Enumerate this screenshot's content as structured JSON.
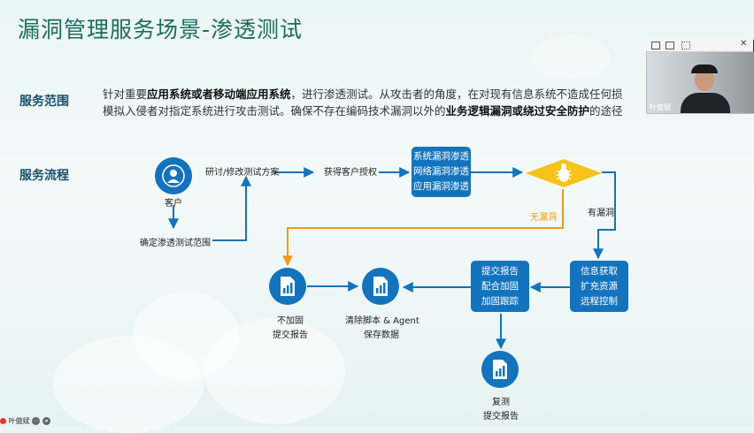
{
  "title": "漏洞管理服务场景-渗透测试",
  "scope": {
    "label": "服务范围",
    "line1_a": "针对重要",
    "line1_b": "应用系统或者移动端应用系统",
    "line1_c": "，进行渗透测试。从攻击者的角度，在对现有信息系统不造成任何损",
    "line2_a": "模拟入侵者对指定系统进行攻击测试。确保不存在编码技术漏洞以外的",
    "line2_b": "业务逻辑漏洞或绕过安全防护",
    "line2_c": "的途径"
  },
  "flow": {
    "label": "服务流程",
    "customer": "客户",
    "confirm_scope": "确定渗透测试范围",
    "discuss_plan": "研讨/修改测试方案",
    "get_auth": "获得客户授权",
    "pentest_box": [
      "系统漏洞渗透",
      "网络漏洞渗透",
      "应用漏洞渗透"
    ],
    "no_vuln": "无漏洞",
    "has_vuln": "有漏洞",
    "exploit_box": [
      "信息获取",
      "扩充资源",
      "远程控制"
    ],
    "report_box": [
      "提交报告",
      "配合加固",
      "加固跟踪"
    ],
    "not_fixed": [
      "不加固",
      "提交报告"
    ],
    "cleanup": [
      "清除脚本 & Agent",
      "保存数据"
    ],
    "retest": [
      "复测",
      "提交报告"
    ]
  },
  "video": {
    "name": "叶傲斌"
  },
  "bottom_bar": {
    "name": "叶傲斌"
  },
  "colors": {
    "box": "#1473bd",
    "orange": "#f29a1a",
    "gold": "#f7c21b"
  }
}
